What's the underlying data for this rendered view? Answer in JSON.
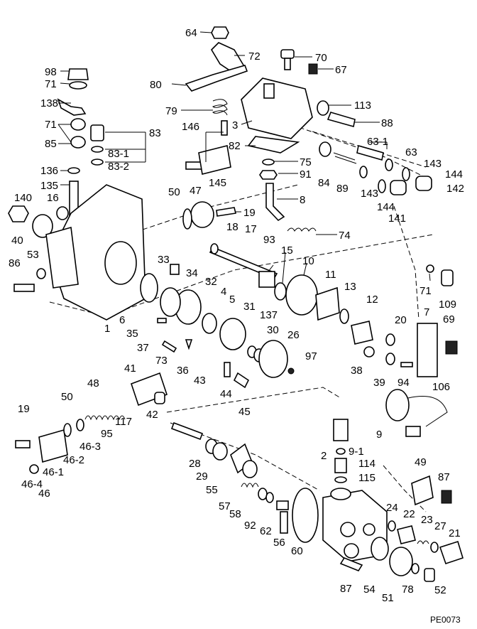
{
  "diagram_code": "PE0073",
  "callouts": [
    {
      "id": "c64",
      "text": "64"
    },
    {
      "id": "c72",
      "text": "72"
    },
    {
      "id": "c70",
      "text": "70"
    },
    {
      "id": "c67",
      "text": "67"
    },
    {
      "id": "c98",
      "text": "98"
    },
    {
      "id": "c71a",
      "text": "71"
    },
    {
      "id": "c80",
      "text": "80"
    },
    {
      "id": "c138",
      "text": "138"
    },
    {
      "id": "c113",
      "text": "113"
    },
    {
      "id": "c79",
      "text": "79"
    },
    {
      "id": "c88",
      "text": "88"
    },
    {
      "id": "c71b",
      "text": "71"
    },
    {
      "id": "c3",
      "text": "3"
    },
    {
      "id": "c83",
      "text": "83"
    },
    {
      "id": "c146",
      "text": "146"
    },
    {
      "id": "c63_1",
      "text": "63-1"
    },
    {
      "id": "c85",
      "text": "85"
    },
    {
      "id": "c83_1",
      "text": "83-1"
    },
    {
      "id": "c82",
      "text": "82"
    },
    {
      "id": "c63",
      "text": "63"
    },
    {
      "id": "c83_2",
      "text": "83-2"
    },
    {
      "id": "c75",
      "text": "75"
    },
    {
      "id": "c143a",
      "text": "143"
    },
    {
      "id": "c136",
      "text": "136"
    },
    {
      "id": "c91",
      "text": "91"
    },
    {
      "id": "c144a",
      "text": "144"
    },
    {
      "id": "c145",
      "text": "145"
    },
    {
      "id": "c84",
      "text": "84"
    },
    {
      "id": "c89",
      "text": "89"
    },
    {
      "id": "c143b",
      "text": "143"
    },
    {
      "id": "c142",
      "text": "142"
    },
    {
      "id": "c135",
      "text": "135"
    },
    {
      "id": "c47",
      "text": "47"
    },
    {
      "id": "c8",
      "text": "8"
    },
    {
      "id": "c144b",
      "text": "144"
    },
    {
      "id": "c140",
      "text": "140"
    },
    {
      "id": "c16",
      "text": "16"
    },
    {
      "id": "c50a",
      "text": "50"
    },
    {
      "id": "c19a",
      "text": "19"
    },
    {
      "id": "c141",
      "text": "141"
    },
    {
      "id": "c18",
      "text": "18"
    },
    {
      "id": "c17",
      "text": "17"
    },
    {
      "id": "c74",
      "text": "74"
    },
    {
      "id": "c40",
      "text": "40"
    },
    {
      "id": "c93",
      "text": "93"
    },
    {
      "id": "c53",
      "text": "53"
    },
    {
      "id": "c15",
      "text": "15"
    },
    {
      "id": "c10",
      "text": "10"
    },
    {
      "id": "c33",
      "text": "33"
    },
    {
      "id": "c86",
      "text": "86"
    },
    {
      "id": "c71c",
      "text": "71"
    },
    {
      "id": "c34",
      "text": "34"
    },
    {
      "id": "c11",
      "text": "11"
    },
    {
      "id": "c32",
      "text": "32"
    },
    {
      "id": "c13",
      "text": "13"
    },
    {
      "id": "c4",
      "text": "4"
    },
    {
      "id": "c109",
      "text": "109"
    },
    {
      "id": "c12",
      "text": "12"
    },
    {
      "id": "c5",
      "text": "5"
    },
    {
      "id": "c7",
      "text": "7"
    },
    {
      "id": "c31",
      "text": "31"
    },
    {
      "id": "c137",
      "text": "137"
    },
    {
      "id": "c6",
      "text": "6"
    },
    {
      "id": "c69",
      "text": "69"
    },
    {
      "id": "c20",
      "text": "20"
    },
    {
      "id": "c35",
      "text": "35"
    },
    {
      "id": "c1",
      "text": "1"
    },
    {
      "id": "c30",
      "text": "30"
    },
    {
      "id": "c26",
      "text": "26"
    },
    {
      "id": "c37",
      "text": "37"
    },
    {
      "id": "c97",
      "text": "97"
    },
    {
      "id": "c73",
      "text": "73"
    },
    {
      "id": "c36",
      "text": "36"
    },
    {
      "id": "c38",
      "text": "38"
    },
    {
      "id": "c39",
      "text": "39"
    },
    {
      "id": "c41",
      "text": "41"
    },
    {
      "id": "c94",
      "text": "94"
    },
    {
      "id": "c43",
      "text": "43"
    },
    {
      "id": "c106",
      "text": "106"
    },
    {
      "id": "c48",
      "text": "48"
    },
    {
      "id": "c44",
      "text": "44"
    },
    {
      "id": "c50b",
      "text": "50"
    },
    {
      "id": "c45",
      "text": "45"
    },
    {
      "id": "c19b",
      "text": "19"
    },
    {
      "id": "c42",
      "text": "42"
    },
    {
      "id": "c117",
      "text": "117"
    },
    {
      "id": "c95",
      "text": "95"
    },
    {
      "id": "c9",
      "text": "9"
    },
    {
      "id": "c46_3",
      "text": "46-3"
    },
    {
      "id": "c9_1",
      "text": "9-1"
    },
    {
      "id": "c46_2",
      "text": "46-2"
    },
    {
      "id": "c2",
      "text": "2"
    },
    {
      "id": "c28",
      "text": "28"
    },
    {
      "id": "c114",
      "text": "114"
    },
    {
      "id": "c49",
      "text": "49"
    },
    {
      "id": "c46_1",
      "text": "46-1"
    },
    {
      "id": "c29",
      "text": "29"
    },
    {
      "id": "c115",
      "text": "115"
    },
    {
      "id": "c87a",
      "text": "87"
    },
    {
      "id": "c46_4",
      "text": "46-4"
    },
    {
      "id": "c55",
      "text": "55"
    },
    {
      "id": "c46",
      "text": "46"
    },
    {
      "id": "c57",
      "text": "57"
    },
    {
      "id": "c58",
      "text": "58"
    },
    {
      "id": "c24",
      "text": "24"
    },
    {
      "id": "c22",
      "text": "22"
    },
    {
      "id": "c92",
      "text": "92"
    },
    {
      "id": "c62",
      "text": "62"
    },
    {
      "id": "c23",
      "text": "23"
    },
    {
      "id": "c27",
      "text": "27"
    },
    {
      "id": "c21",
      "text": "21"
    },
    {
      "id": "c56",
      "text": "56"
    },
    {
      "id": "c60",
      "text": "60"
    },
    {
      "id": "c87b",
      "text": "87"
    },
    {
      "id": "c54",
      "text": "54"
    },
    {
      "id": "c51",
      "text": "51"
    },
    {
      "id": "c78",
      "text": "78"
    },
    {
      "id": "c52",
      "text": "52"
    }
  ]
}
